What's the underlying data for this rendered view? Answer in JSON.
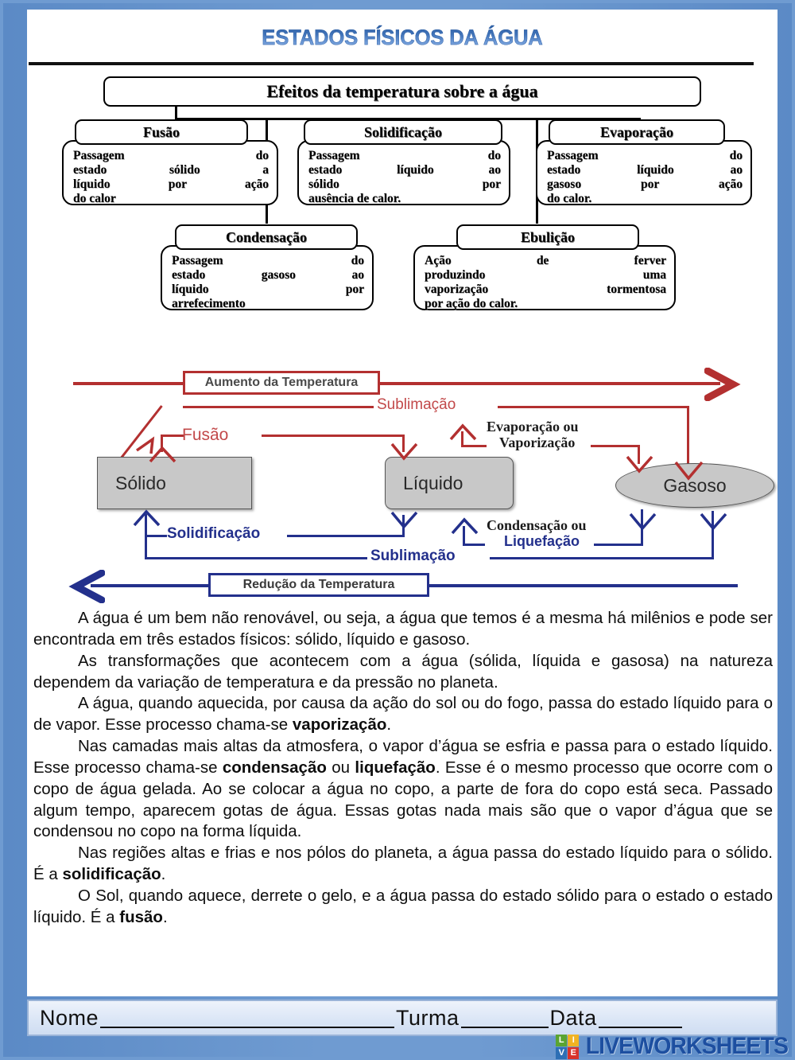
{
  "page": {
    "title": "ESTADOS FÍSICOS DA ÁGUA",
    "frame_color": "#6f9bd1",
    "title_color": "#2e5fa3"
  },
  "concept_map": {
    "root": "Efeitos da temperatura sobre a água",
    "nodes": [
      {
        "title": "Fusão",
        "lines": [
          "Passagem do",
          "estado sólido a",
          "líquido por ação",
          "do calor"
        ],
        "body": "Passagem do estado sólido a líquido por ação do calor"
      },
      {
        "title": "Solidificação",
        "lines": [
          "Passagem do",
          "estado líquido ao",
          "sólido por",
          "ausência de  calor."
        ],
        "body": "Passagem do estado líquido ao sólido por ausência de calor."
      },
      {
        "title": "Evaporação",
        "lines": [
          "Passagem do",
          "estado líquido ao",
          "gasoso por ação",
          "do calor."
        ],
        "body": "Passagem do estado líquido ao gasoso por ação do calor."
      },
      {
        "title": "Condensação",
        "lines": [
          "Passagem do",
          "estado gasoso ao",
          "líquido por",
          "arrefecimento"
        ],
        "body": "Passagem do estado gasoso ao líquido por arrefecimento"
      },
      {
        "title": "Ebulição",
        "lines": [
          "Ação de ferver",
          "produzindo uma",
          "vaporização tormentosa",
          "por ação do calor."
        ],
        "body": "Ação de ferver produzindo uma vaporização tormentosa por ação do calor."
      }
    ]
  },
  "state_diagram": {
    "increase_banner": "Aumento da Temperatura",
    "decrease_banner": "Redução da Temperatura",
    "states": {
      "solid": "Sólido",
      "liquid": "Líquido",
      "gas": "Gasoso"
    },
    "transitions_up": {
      "sublimation": "Sublimação",
      "fusion": "Fusão",
      "evaporation_line1": "Evaporação ou",
      "evaporation_line2": "Vaporização"
    },
    "transitions_down": {
      "solidification": "Solidificação",
      "sublimation": "Sublimação",
      "condensation_line1": "Condensação ou",
      "condensation_line2": "Liquefação"
    },
    "colors": {
      "heating": "#b33030",
      "cooling": "#23308c",
      "state_fill": "#c8c8c8"
    }
  },
  "text": {
    "p1": "A água é um bem não renovável, ou seja, a água que temos é a mesma há milênios e pode ser encontrada em três estados físicos: sólido, líquido e gasoso.",
    "p2": "As transformações que acontecem com a água (sólida, líquida e gasosa) na natureza dependem da variação de temperatura e da pressão no planeta.",
    "p3a": "A água, quando aquecida, por causa da ação do sol ou do fogo, passa do estado líquido para o de vapor. Esse processo chama-se ",
    "p3b": "vaporização",
    "p3c": ".",
    "p4a": "Nas camadas mais altas da atmosfera, o vapor d’água se esfria e passa para o estado líquido. Esse processo chama-se ",
    "p4b": "condensação",
    "p4c": " ou ",
    "p4d": "liquefação",
    "p4e": ". Esse é o mesmo processo que ocorre com o copo de água gelada. Ao se colocar a água no copo, a parte de fora do copo está seca. Passado algum tempo, aparecem gotas de água. Essas gotas nada mais são que o vapor d’água que se condensou no copo na forma líquida.",
    "p5a": "Nas regiões altas e frias e nos pólos do planeta, a água passa do estado líquido para o sólido. É a ",
    "p5b": "solidificação",
    "p5c": ".",
    "p6a": "O Sol, quando aquece, derrete o gelo, e a água passa do estado sólido para o estado o estado líquido. É a ",
    "p6b": "fusão",
    "p6c": "."
  },
  "footer": {
    "nome_label": "Nome",
    "turma_label": "Turma",
    "data_label": "Data",
    "logo_text": "LIVEWORKSHEETS",
    "logo_tiles": [
      {
        "letter": "L",
        "color": "#5aa431"
      },
      {
        "letter": "I",
        "color": "#f0b323"
      },
      {
        "letter": "V",
        "color": "#2d6fb5"
      },
      {
        "letter": "E",
        "color": "#d8332a"
      }
    ]
  }
}
